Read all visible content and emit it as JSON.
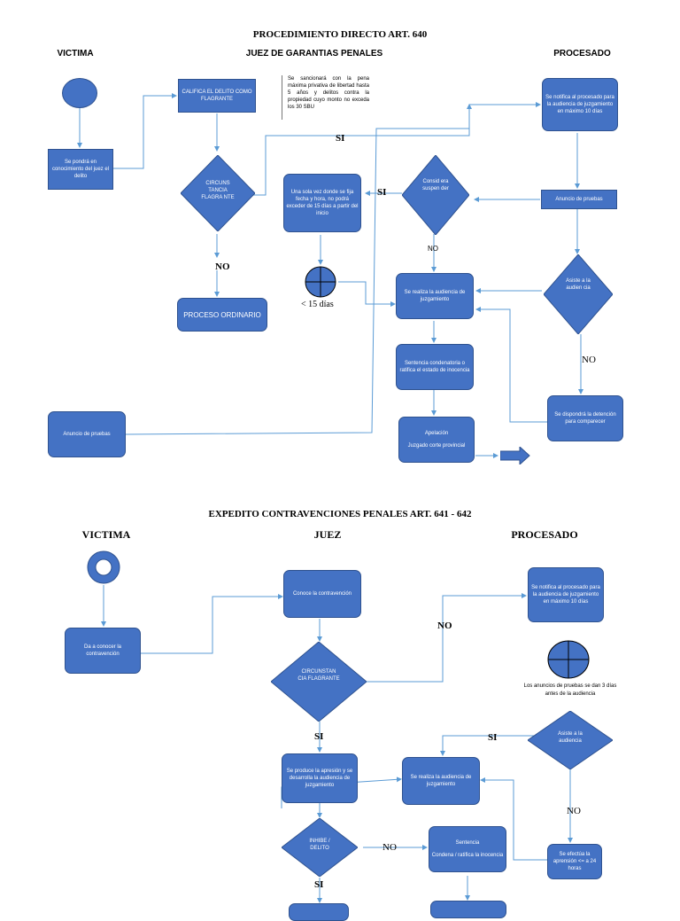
{
  "section1": {
    "title": "PROCEDIMIENTO DIRECTO ART. 640",
    "col_victima": "VICTIMA",
    "col_juez": "JUEZ DE GARANTIAS PENALES",
    "col_procesado": "PROCESADO",
    "victima_box": "Se pondrá en conocimiento del juez el delito",
    "califica_box": "CALIFICA EL DELITO COMO FLAGRANTE",
    "califica_note": "Se sancionará con la pena máxima privativa de libertad hasta 5 años y delitos contra la propiedad cuyo monto no exceda los 30 SBU",
    "circunstancia_diamond": "CIRCUNS TANCIA FLAGRA NTE",
    "proceso_ordinario": "PROCESO ORDINARIO",
    "una_sola_vez": "Una sola vez donde se fija fecha y hora, no podrá exceder de 15 días a partir del inicio",
    "menos_15": "< 15 días",
    "considera_diamond": "Consid era suspen der",
    "se_realiza": "Se realiza la audiencia de juzgamiento",
    "sentencia": "Sentencia condenatoria o ratifica el estado de inocencia",
    "apelacion_line1": "Apelación",
    "apelacion_line2": "Juzgado corte provincial",
    "anuncio_pruebas_left": "Anuncio de pruebas",
    "notifica": "Se notifica al procesado para la audiencia de juzgamiento en máximo 10 días",
    "anuncio_pruebas_right": "Anuncio de pruebas",
    "asiste_diamond": "Asiste a la audien cia",
    "dispondra": "Se dispondrá la detención para comparecer",
    "label_si_top": "SI",
    "label_si_mid": "SI",
    "label_no_left": "NO",
    "label_no_mid": "NO",
    "label_no_right": "NO"
  },
  "section2": {
    "title": "EXPEDITO CONTRAVENCIONES PENALES ART. 641 - 642",
    "col_victima": "VICTIMA",
    "col_juez": "JUEZ",
    "col_procesado": "PROCESADO",
    "da_conocer": "Da a conocer la contravención",
    "conoce": "Conoce la contravención",
    "circunstancia_diamond": "CIRCUNSTAN CIA FLAGRANTE",
    "apresion": "Se produce la apresión y se desarrolla la audiencia de juzgamiento",
    "inhibe_diamond": "INHIBE / DELITO",
    "se_realiza": "Se realiza la audiencia de juzgamiento",
    "sentencia_line1": "Sentencia",
    "sentencia_line2": "Condena / ratifica la inocencia",
    "notifica": "Se notifica al procesado para la audiencia de juzgamiento en máximo 10 días",
    "anuncios_note": "Los anuncios de pruebas se dan 3 días antes de la audiencia",
    "asiste_diamond": "Asiste a la audiencia",
    "efectua": "Se efectúa la aprensión <= a 24 horas",
    "label_no_top": "NO",
    "label_si_left": "SI",
    "label_si_right": "SI",
    "label_no_inhibe": "NO",
    "label_si_bottom": "SI",
    "label_no_asiste": "NO"
  },
  "colors": {
    "shape_fill": "#4472c4",
    "shape_border": "#2f528f",
    "connector": "#5b9bd5"
  }
}
